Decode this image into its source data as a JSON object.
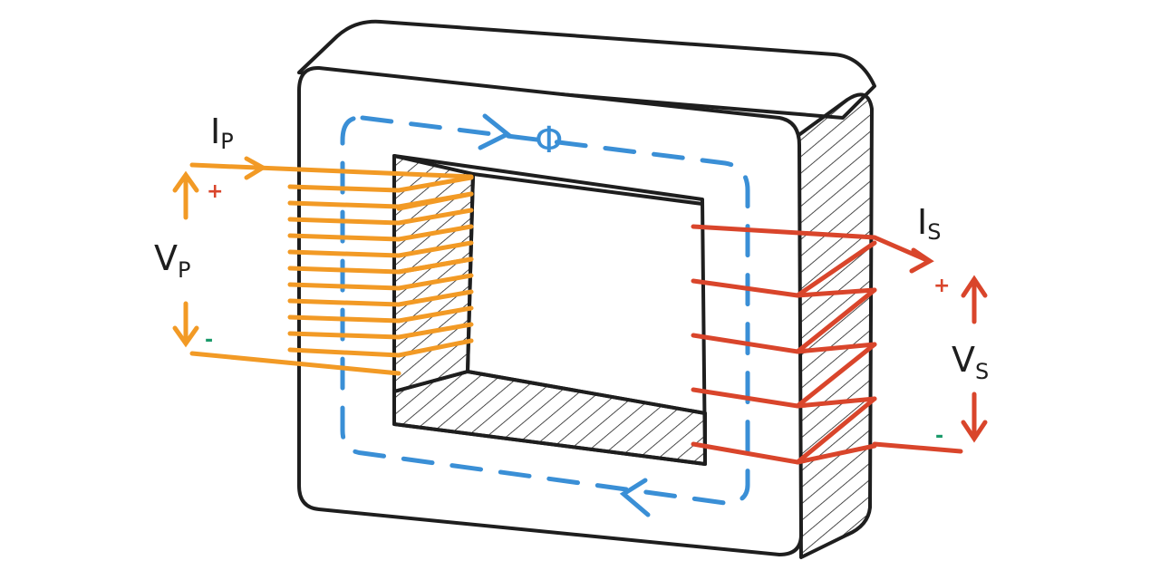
{
  "diagram": {
    "labels": {
      "primary_current": {
        "main": "I",
        "sub": "P"
      },
      "primary_voltage": {
        "main": "V",
        "sub": "P"
      },
      "secondary_current": {
        "main": "I",
        "sub": "S"
      },
      "secondary_voltage": {
        "main": "V",
        "sub": "S"
      },
      "flux": "Φ",
      "primary_plus": "+",
      "primary_minus": "-",
      "secondary_plus": "+",
      "secondary_minus": "-"
    },
    "colors": {
      "outline": "#1e1e1e",
      "primary": "#f29a25",
      "secondary": "#d9452b",
      "flux": "#3a8fd6",
      "plus": "#d9452b",
      "minus": "#1a9a6a"
    }
  }
}
